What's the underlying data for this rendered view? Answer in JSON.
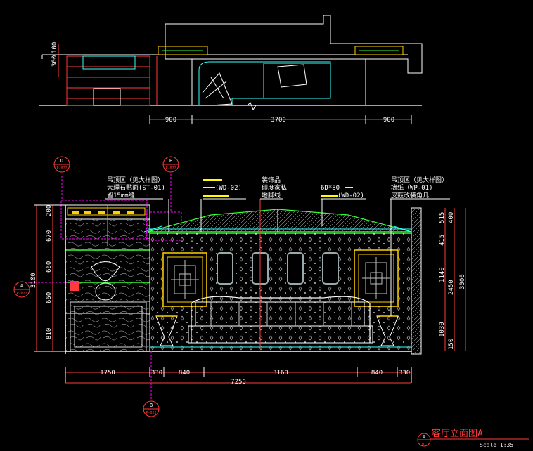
{
  "top_elevation": {
    "dims_bottom": [
      "900",
      "3700",
      "900"
    ],
    "dims_left": [
      "300",
      "100"
    ]
  },
  "main_elevation": {
    "annotations": [
      {
        "lines": [
          "吊顶区（见大样图）",
          "大理石贴面(ST-01)",
          "留15mm缝"
        ]
      },
      {
        "lines": [
          "",
          "(WD-02)",
          ""
        ]
      },
      {
        "lines": [
          "装饰品",
          "印度家私",
          "地脚线"
        ]
      },
      {
        "lines": [
          "6D*80",
          "(WD-02)"
        ]
      },
      {
        "lines": [
          "吊顶区（见大样图）",
          "墙纸（WP-01)",
          "皮鼓改装角几"
        ]
      }
    ],
    "dims_bottom": [
      "1750",
      "330",
      "840",
      "3160",
      "840",
      "330"
    ],
    "dim_total": "7250",
    "dims_left": [
      "200",
      "670",
      "660",
      "660",
      "810"
    ],
    "dim_left_total": "3100",
    "dims_right_1": [
      "515",
      "415",
      "1140",
      "1030"
    ],
    "dims_right_2": [
      "400",
      "2450",
      "150"
    ],
    "dim_right_total": "3000",
    "markers": [
      {
        "letter": "D",
        "sheet": "P-022"
      },
      {
        "letter": "E",
        "sheet": "P-022"
      },
      {
        "letter": "A",
        "sheet": "P-022"
      },
      {
        "letter": "B",
        "sheet": "P-022"
      }
    ]
  },
  "title_block": {
    "title": "客厅立面图A",
    "scale": "Scale  1:35",
    "symbol_letter": "A",
    "symbol_number": "01"
  }
}
